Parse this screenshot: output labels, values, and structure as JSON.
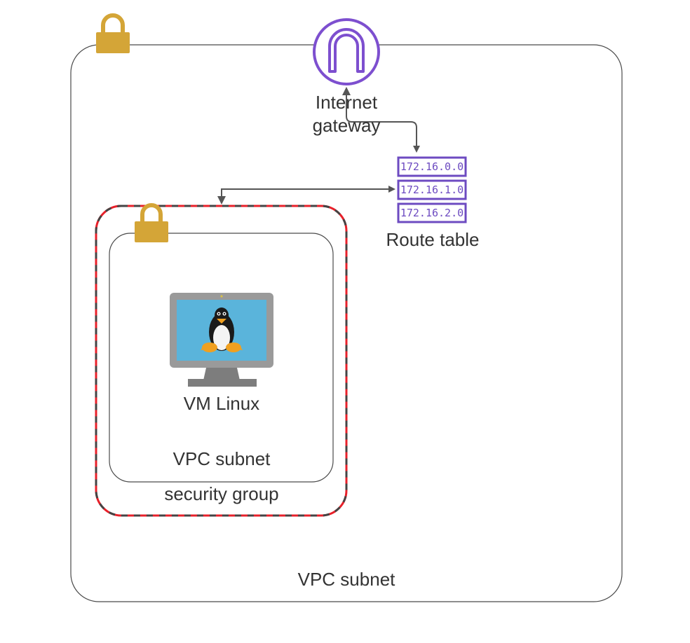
{
  "diagram": {
    "outer_vpc": {
      "label": "VPC subnet"
    },
    "internet_gateway": {
      "label_line1": "Internet",
      "label_line2": "gateway"
    },
    "route_table": {
      "label": "Route table",
      "entries": [
        "172.16.0.0",
        "172.16.1.0",
        "172.16.2.0"
      ]
    },
    "security_group": {
      "label": "security group"
    },
    "inner_vpc": {
      "label": "VPC subnet"
    },
    "vm": {
      "label": "VM Linux"
    }
  },
  "colors": {
    "lock": "#d4a537",
    "gateway": "#7d4fcf",
    "route_table": "#6d4bc1",
    "security_group_red": "#e8202a",
    "security_group_dark": "#444444",
    "border": "#4a4a4a",
    "arrow": "#555555",
    "monitor_frame": "#9a9a9a",
    "monitor_screen": "#5ab4db"
  }
}
